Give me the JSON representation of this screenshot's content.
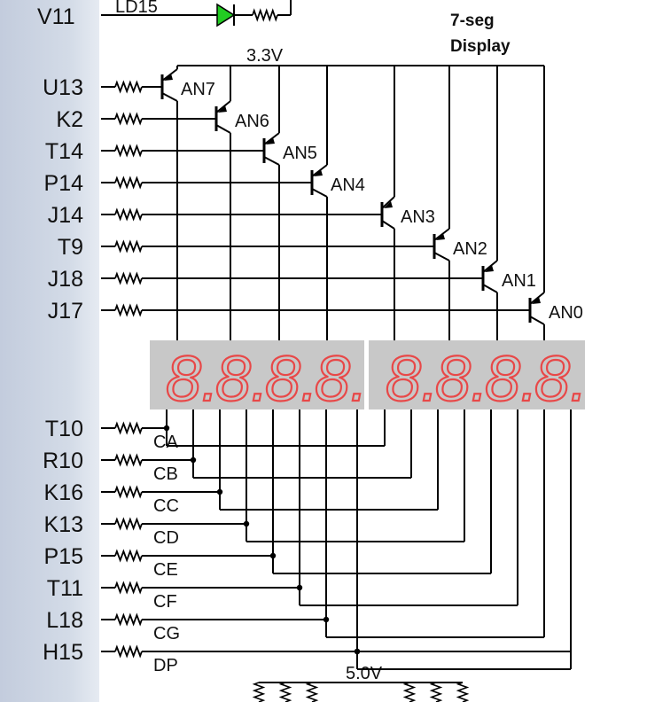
{
  "title": {
    "line1": "7-seg",
    "line2": "Display"
  },
  "led": {
    "pin": "V11",
    "label": "LD15",
    "color": "#22cc22"
  },
  "supply_top": "3.3V",
  "supply_bottom": "5.0V",
  "anodes": [
    {
      "pin": "U13",
      "signal": "AN7"
    },
    {
      "pin": "K2",
      "signal": "AN6"
    },
    {
      "pin": "T14",
      "signal": "AN5"
    },
    {
      "pin": "P14",
      "signal": "AN4"
    },
    {
      "pin": "J14",
      "signal": "AN3"
    },
    {
      "pin": "T9",
      "signal": "AN2"
    },
    {
      "pin": "J18",
      "signal": "AN1"
    },
    {
      "pin": "J17",
      "signal": "AN0"
    }
  ],
  "cathodes": [
    {
      "pin": "T10",
      "signal": "CA"
    },
    {
      "pin": "R10",
      "signal": "CB"
    },
    {
      "pin": "K16",
      "signal": "CC"
    },
    {
      "pin": "K13",
      "signal": "CD"
    },
    {
      "pin": "P15",
      "signal": "CE"
    },
    {
      "pin": "T11",
      "signal": "CF"
    },
    {
      "pin": "L18",
      "signal": "CG"
    },
    {
      "pin": "H15",
      "signal": "DP"
    }
  ],
  "display": {
    "digit_count": 8,
    "digit_text": "8.",
    "segment_color": "#e84848",
    "panel_color": "#c8c8c8"
  },
  "colors": {
    "wire": "#000000",
    "pin_bar": "#cfd6e3"
  }
}
